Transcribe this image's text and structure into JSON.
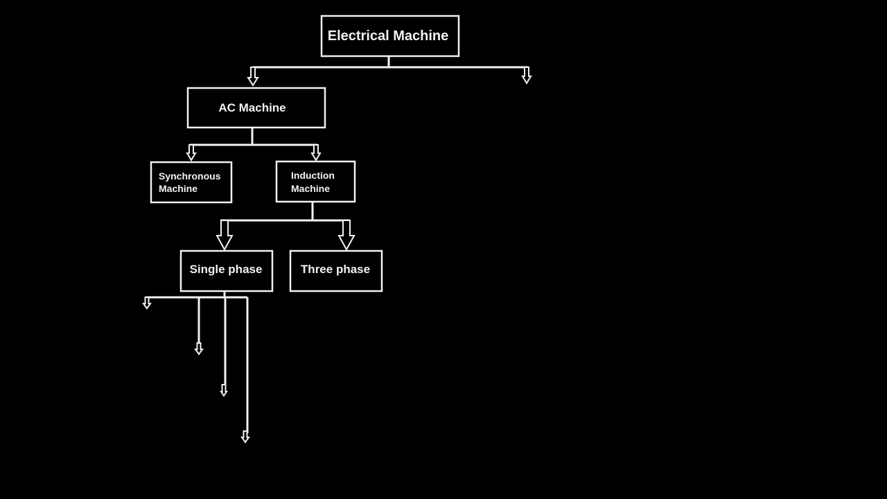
{
  "diagram": {
    "type": "hierarchy",
    "background_color": "#000000",
    "foreground_color": "#f2f2f2",
    "nodes": {
      "root": {
        "label": "Electrical Machine"
      },
      "ac": {
        "label": "AC Machine"
      },
      "synchronous": {
        "line1": "Synchronous",
        "line2": "Machine"
      },
      "induction": {
        "line1": "Induction",
        "line2": "Machine"
      },
      "single_phase": {
        "label": "Single phase"
      },
      "three_phase": {
        "label": "Three phase"
      }
    },
    "edges": [
      {
        "from": "Electrical Machine",
        "to": "AC Machine"
      },
      {
        "from": "Electrical Machine",
        "to": "(unlabeled branch)"
      },
      {
        "from": "AC Machine",
        "to": "Synchronous Machine"
      },
      {
        "from": "AC Machine",
        "to": "Induction Machine"
      },
      {
        "from": "Induction Machine",
        "to": "Single phase"
      },
      {
        "from": "Induction Machine",
        "to": "Three phase"
      },
      {
        "from": "Single phase",
        "to": "(unlabeled branch 1)"
      },
      {
        "from": "Single phase",
        "to": "(unlabeled branch 2)"
      },
      {
        "from": "Single phase",
        "to": "(unlabeled branch 3)"
      },
      {
        "from": "Single phase",
        "to": "(unlabeled branch 4)"
      }
    ]
  }
}
